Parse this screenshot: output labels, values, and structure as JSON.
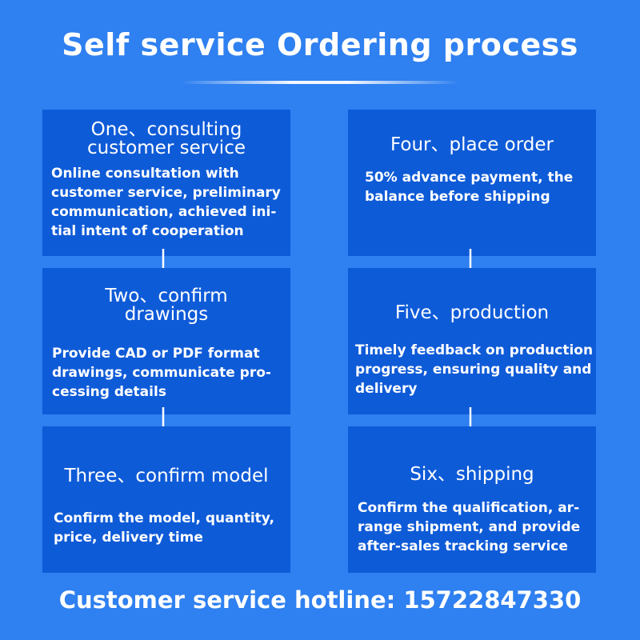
{
  "title": "Self service Ordering process",
  "steps": [
    {
      "title": "One、consulting\ncustomer service",
      "desc": "Online consultation with\ncustomer service, preliminary\ncommunication, achieved ini-\ntial intent of cooperation"
    },
    {
      "title": "Two、confirm\ndrawings",
      "desc": "Provide CAD or PDF format\ndrawings, communicate pro-\ncessing details"
    },
    {
      "title": "Three、confirm model",
      "desc": "Confirm the model, quantity,\nprice, delivery time"
    },
    {
      "title": "Four、place order",
      "desc": "50% advance payment, the\nbalance before shipping"
    },
    {
      "title": "Five、production",
      "desc": "Timely feedback on production\nprogress, ensuring quality and\ndelivery"
    },
    {
      "title": "Six、shipping",
      "desc": "Confirm the qualification, ar-\nrange shipment, and provide\nafter-sales tracking service"
    }
  ],
  "footer": "Customer service hotline: 15722847330",
  "colors": {
    "background": "#2f80f0",
    "box": "#0e5bd8",
    "text": "#ffffff"
  },
  "icons": {
    "arrow": "arrow-down-icon"
  }
}
